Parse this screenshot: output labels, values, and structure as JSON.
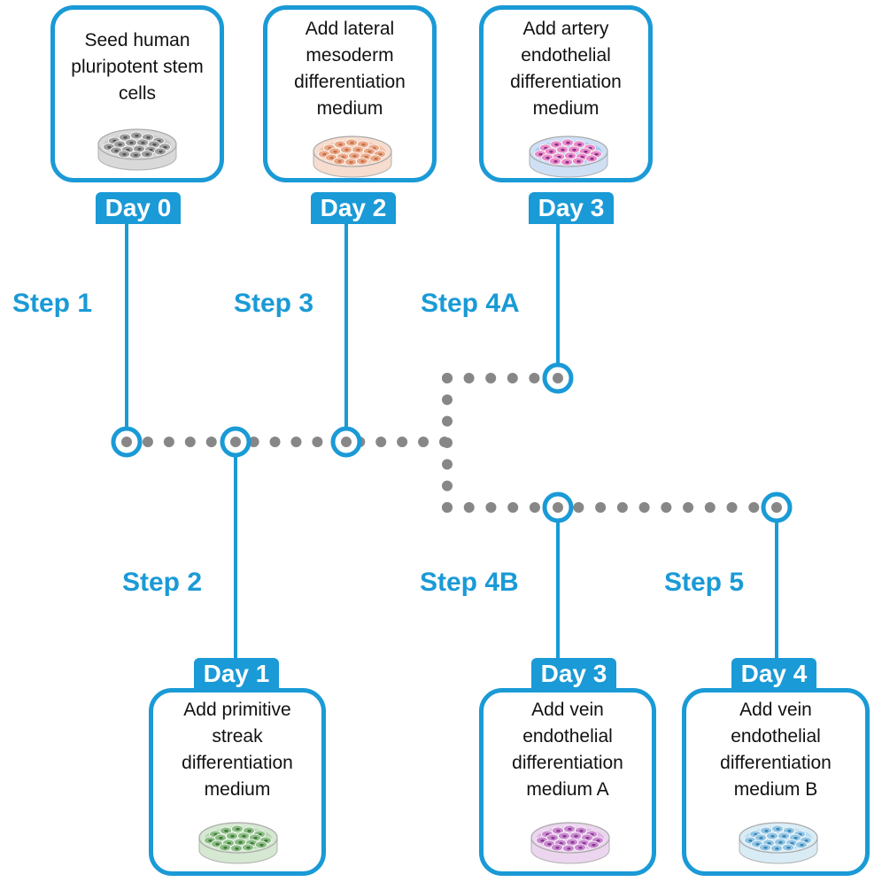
{
  "colors": {
    "accent": "#1a9ad6",
    "dots": "#878787",
    "text": "#111111"
  },
  "steps": [
    {
      "id": "day0",
      "step": "Step 1",
      "day": "Day 0",
      "text": "Seed human\npluripotent stem\ncells",
      "dish": {
        "fill": "#c8c8c8",
        "cell": "#9e9e9e",
        "nucleus": "#555555",
        "rim": "#d9d9d9"
      }
    },
    {
      "id": "day1",
      "step": "Step 2",
      "day": "Day 1",
      "text": "Add primitive\nstreak\ndifferentiation\nmedium",
      "dish": {
        "fill": "#b6d4b0",
        "cell": "#8cbd85",
        "nucleus": "#3f7a3a",
        "rim": "#d5e8d1"
      }
    },
    {
      "id": "day2",
      "step": "Step 3",
      "day": "Day 2",
      "text": "Add lateral\nmesoderm\ndifferentiation\nmedium",
      "dish": {
        "fill": "#f2c6ae",
        "cell": "#e9a989",
        "nucleus": "#c9704b",
        "rim": "#f7ddcf"
      }
    },
    {
      "id": "day3a",
      "step": "Step 4A",
      "day": "Day 3",
      "text": "Add artery\nendothelial\ndifferentiation\nmedium",
      "dish": {
        "fill": "#a9c9ee",
        "cell": "#e98bc6",
        "nucleus": "#8b2f8e",
        "rim": "#cfe0f5"
      }
    },
    {
      "id": "day3b",
      "step": "Step 4B",
      "day": "Day 3",
      "text": "Add vein\nendothelial\ndifferentiation\nmedium A",
      "dish": {
        "fill": "#dcb4e0",
        "cell": "#c98ad0",
        "nucleus": "#8a3b93",
        "rim": "#ecd6ef"
      }
    },
    {
      "id": "day4",
      "step": "Step 5",
      "day": "Day 4",
      "text": "Add vein\nendothelial\ndifferentiation\nmedium B",
      "dish": {
        "fill": "#b9dcef",
        "cell": "#93c6e4",
        "nucleus": "#3c87b8",
        "rim": "#d9ecf6"
      }
    }
  ]
}
